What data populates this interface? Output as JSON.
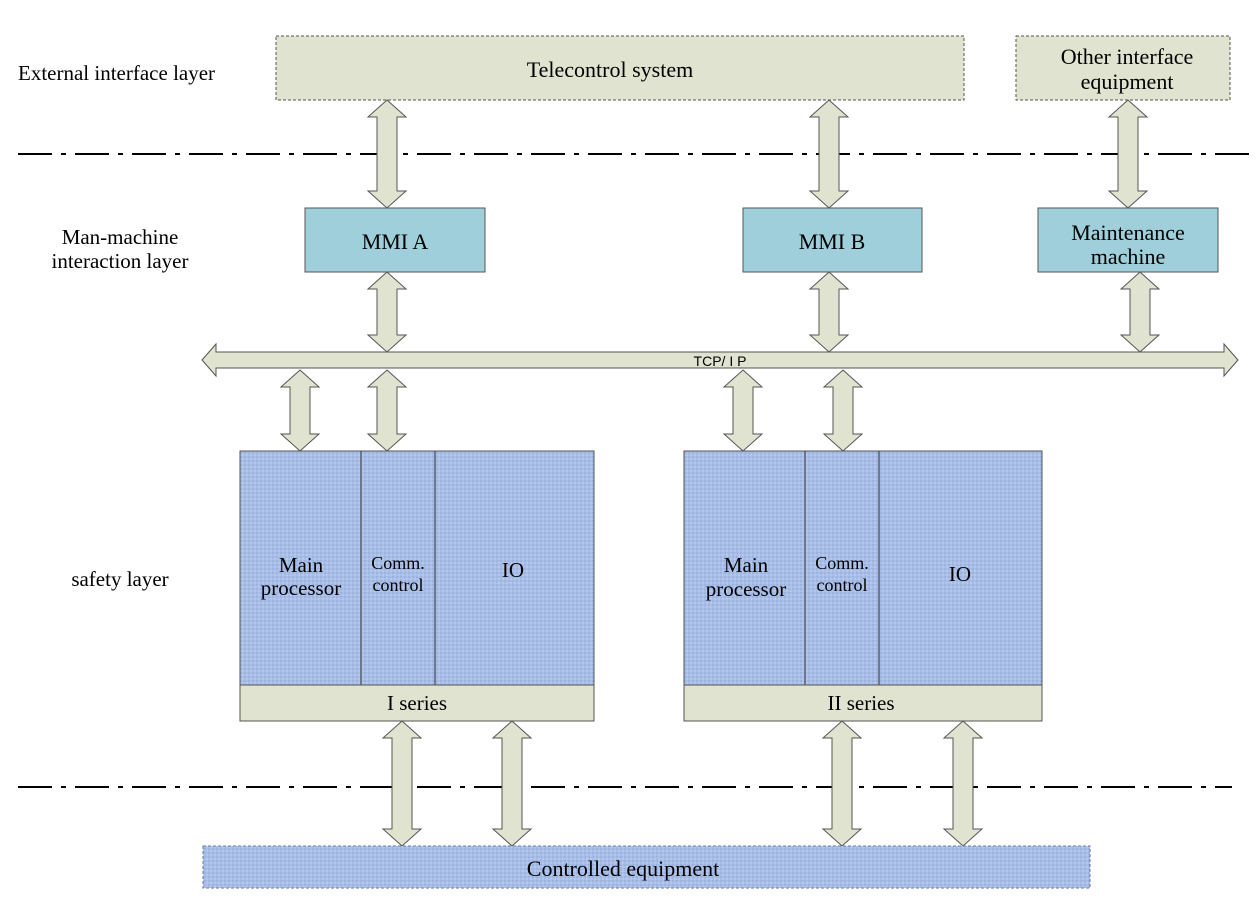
{
  "layers": {
    "external": "External interface layer",
    "mmi_line1": "Man-machine",
    "mmi_line2": "interaction layer",
    "safety": "safety layer"
  },
  "boxes": {
    "telecontrol": "Telecontrol system",
    "other_interface_line1": "Other interface",
    "other_interface_line2": "equipment",
    "mmi_a": "MMI A",
    "mmi_b": "MMI B",
    "maintenance_line1": "Maintenance",
    "maintenance_line2": "machine",
    "controlled": "Controlled equipment"
  },
  "bus": {
    "label": "TCP/ I P"
  },
  "series_1": {
    "main_line1": "Main",
    "main_line2": "processor",
    "comm_line1": "Comm.",
    "comm_line2": "control",
    "io": "IO",
    "name": "I series"
  },
  "series_2": {
    "main_line1": "Main",
    "main_line2": "processor",
    "comm_line1": "Comm.",
    "comm_line2": "control",
    "io": "IO",
    "name": "II series"
  },
  "colors": {
    "beige": "#dfe3cf",
    "mmi_blue": "#a0cfdc",
    "rack_blue": "#a7bde6",
    "stroke": "#333333"
  }
}
